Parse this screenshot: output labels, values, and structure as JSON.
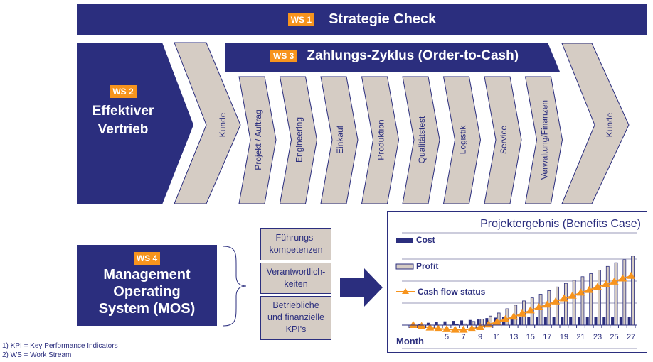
{
  "ws1": {
    "badge": "WS 1",
    "title": "Strategie Check"
  },
  "ws2": {
    "badge": "WS 2",
    "title_line1": "Effektiver",
    "title_line2": "Vertrieb"
  },
  "ws3": {
    "badge": "WS 3",
    "title": "Zahlungs-Zyklus (Order-to-Cash)"
  },
  "chevrons": {
    "first": "Kunde",
    "steps": [
      "Projekt / Auftrag",
      "Engineering",
      "Einkauf",
      "Produktion",
      "Qualitätstest",
      "Logistik",
      "Service",
      "Verwaltung/Finanzen"
    ],
    "last": "Kunde"
  },
  "ws4": {
    "badge": "WS 4",
    "title_line1": "Management",
    "title_line2": "Operating",
    "title_line3": "System (MOS)"
  },
  "components": [
    {
      "line1": "Führungs-",
      "line2": "kompetenzen"
    },
    {
      "line1": "Verantwortlich-",
      "line2": "keiten"
    },
    {
      "line1": "Betriebliche",
      "line2": "und finanzielle",
      "line3": "KPI's"
    }
  ],
  "footnotes": [
    "1) KPI = Key Performance  Indicators",
    "2) WS = Work Stream"
  ],
  "colors": {
    "navy": "#2b2e7e",
    "orange": "#f7941d",
    "beige": "#d5ccc4"
  },
  "chart_data": {
    "type": "bar",
    "title": "Projektergebnis (Benefits Case)",
    "xlabel": "Month",
    "ylabel": "",
    "x": [
      1,
      2,
      3,
      4,
      5,
      6,
      7,
      8,
      9,
      10,
      11,
      12,
      13,
      14,
      15,
      16,
      17,
      18,
      19,
      20,
      21,
      22,
      23,
      24,
      25,
      26,
      27
    ],
    "x_tick_labels": [
      "5",
      "7",
      "9",
      "11",
      "13",
      "15",
      "17",
      "19",
      "21",
      "23",
      "25",
      "27"
    ],
    "x_tick_values": [
      5,
      7,
      9,
      11,
      13,
      15,
      17,
      19,
      21,
      23,
      25,
      27
    ],
    "ylim": [
      -0.5,
      4
    ],
    "grid": true,
    "legend_position": "top-left",
    "series": [
      {
        "name": "Cost",
        "type": "bar",
        "color": "#2b2e7e",
        "values": [
          0,
          0.1,
          0.25,
          0.35,
          0.4,
          0.45,
          0.5,
          0.55,
          0.6,
          0.75,
          0.8,
          0.85,
          0.9,
          0.9,
          0.9,
          0.9,
          0.9,
          0.9,
          0.9,
          0.9,
          0.9,
          0.9,
          0.9,
          0.9,
          0.9,
          0.9,
          0.9
        ]
      },
      {
        "name": "Profit",
        "type": "bar",
        "color": "#d5ccc4",
        "values": [
          0,
          0,
          0,
          0,
          0,
          0.05,
          0.1,
          0.3,
          0.5,
          0.75,
          1.0,
          1.35,
          1.65,
          2.0,
          2.25,
          2.55,
          2.85,
          3.15,
          3.45,
          3.7,
          4.0,
          4.25,
          4.55,
          4.85,
          5.15,
          5.4,
          5.7
        ]
      },
      {
        "name": "Cash flow status",
        "type": "line",
        "color": "#f7941d",
        "values": [
          0,
          -0.1,
          -0.25,
          -0.35,
          -0.4,
          -0.45,
          -0.45,
          -0.35,
          -0.2,
          0.05,
          0.3,
          0.55,
          0.8,
          1.1,
          1.4,
          1.7,
          1.95,
          2.25,
          2.55,
          2.8,
          3.1,
          3.35,
          3.65,
          3.9,
          4.15,
          4.45,
          4.7
        ]
      }
    ]
  }
}
